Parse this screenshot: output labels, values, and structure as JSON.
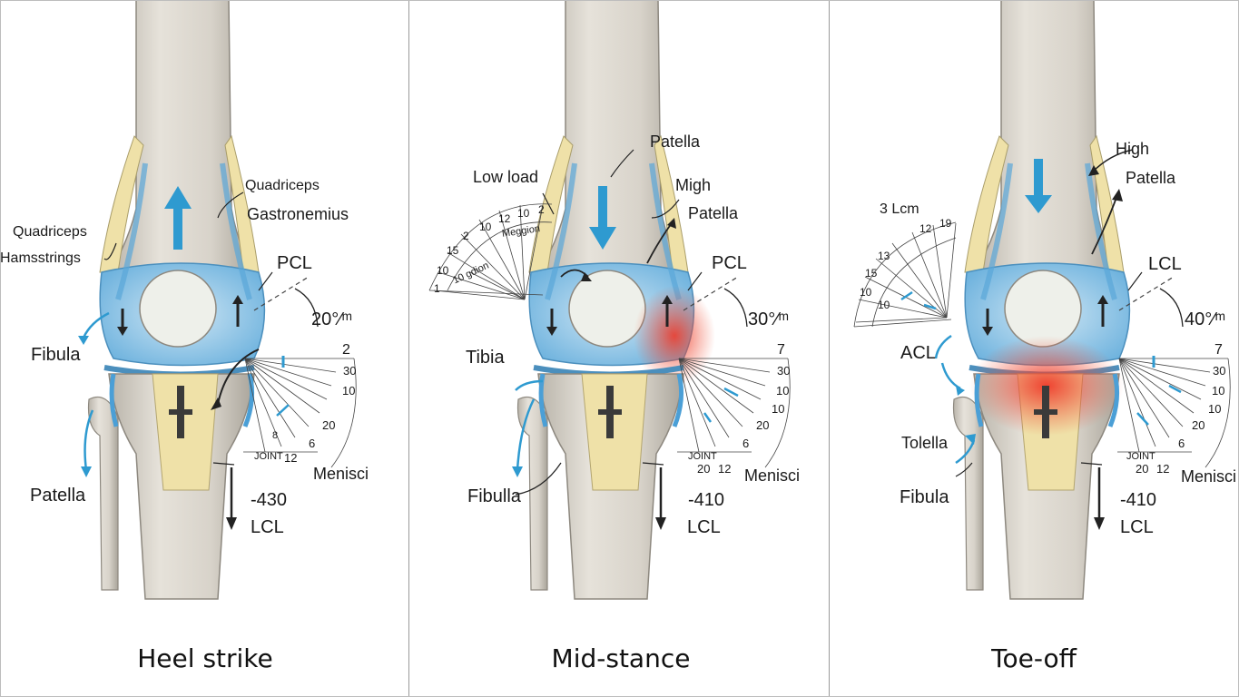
{
  "colors": {
    "bone": "#d9d5cc",
    "bone_shadow": "#a9a49a",
    "blue_tissue": "#8fc6e6",
    "yellow_tissue": "#efe1a8",
    "red_stress": "#ef5a3f",
    "accent_blue": "#2e9ad0",
    "arrow_dark": "#222222"
  },
  "panels": [
    {
      "title": "Heel strike",
      "labels": {
        "muscle_top_1": "Quadriceps",
        "muscle_top_2": "Gastronemius",
        "muscle_left_1": "Quadriceps",
        "muscle_left_2": "Hamsstrings",
        "ligament_upper": "PCL",
        "angle": "20°⁄ᵐ",
        "left_mid": "Fibula",
        "left_low": "Patella",
        "right_low": "Menisci",
        "force": "-430",
        "ligament_lower": "LCL",
        "scale_corner": "2",
        "scale_ticks": [
          "30",
          "10",
          "20",
          "6",
          "12",
          "JOINT",
          "8"
        ]
      },
      "stress": "none",
      "arrow_direction": "up"
    },
    {
      "title": "Mid-stance",
      "labels": {
        "top_1": "Patella",
        "load": "Low load",
        "top_2": "Migh",
        "top_3": "Patella",
        "ligament_upper": "PCL",
        "angle": "30°⁄ᵐ",
        "left_mid": "Tibia",
        "left_low": "Fibulla",
        "right_low": "Menisci",
        "force": "-410",
        "ligament_lower": "LCL",
        "scale_corner": "7",
        "protractor_ticks": [
          "1",
          "10",
          "15",
          "2",
          "10",
          "12",
          "10",
          "2",
          "10 gdion",
          "Meggion"
        ],
        "scale_ticks": [
          "30",
          "10",
          "20",
          "6",
          "10",
          "JOINT",
          "20",
          "12"
        ]
      },
      "stress": "medium",
      "arrow_direction": "down"
    },
    {
      "title": "Toe-off",
      "labels": {
        "top_1": "High",
        "top_2": "Patella",
        "measure": "3 Lcm",
        "ligament_upper": "LCL",
        "angle": "40°⁄ᵐ",
        "left_mid": "ACL",
        "left_low_1": "Tolella",
        "left_low_2": "Fibula",
        "right_low": "Menisci",
        "force": "-410",
        "ligament_lower": "LCL",
        "scale_corner": "7",
        "protractor_ticks": [
          "10",
          "15",
          "13",
          "12",
          "19",
          "10"
        ],
        "scale_ticks": [
          "30",
          "10",
          "20",
          "6",
          "10",
          "JOINT",
          "20",
          "12"
        ]
      },
      "stress": "high",
      "arrow_direction": "down"
    }
  ]
}
